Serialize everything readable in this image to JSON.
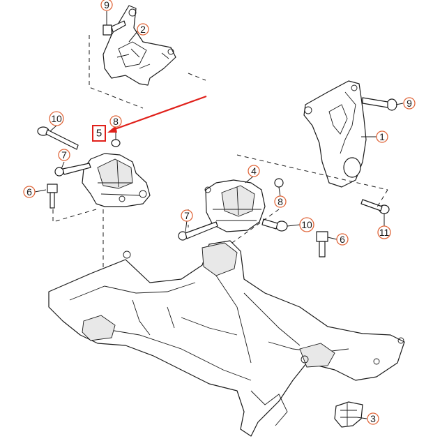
{
  "colors": {
    "callout_ring": "#e0663a",
    "highlight_red": "#e0201a",
    "line": "#1a1a1a",
    "background": "#ffffff"
  },
  "callouts": {
    "c9_top": "9",
    "c2": "2",
    "c10_left": "10",
    "c8_left": "8",
    "c7_left": "7",
    "c6_left": "6",
    "c9_right": "9",
    "c1": "1",
    "c4": "4",
    "c8_mid": "8",
    "c7_mid": "7",
    "c10_mid": "10",
    "c6_mid": "6",
    "c11": "11",
    "c3": "3"
  },
  "highlight": {
    "label": "5"
  }
}
